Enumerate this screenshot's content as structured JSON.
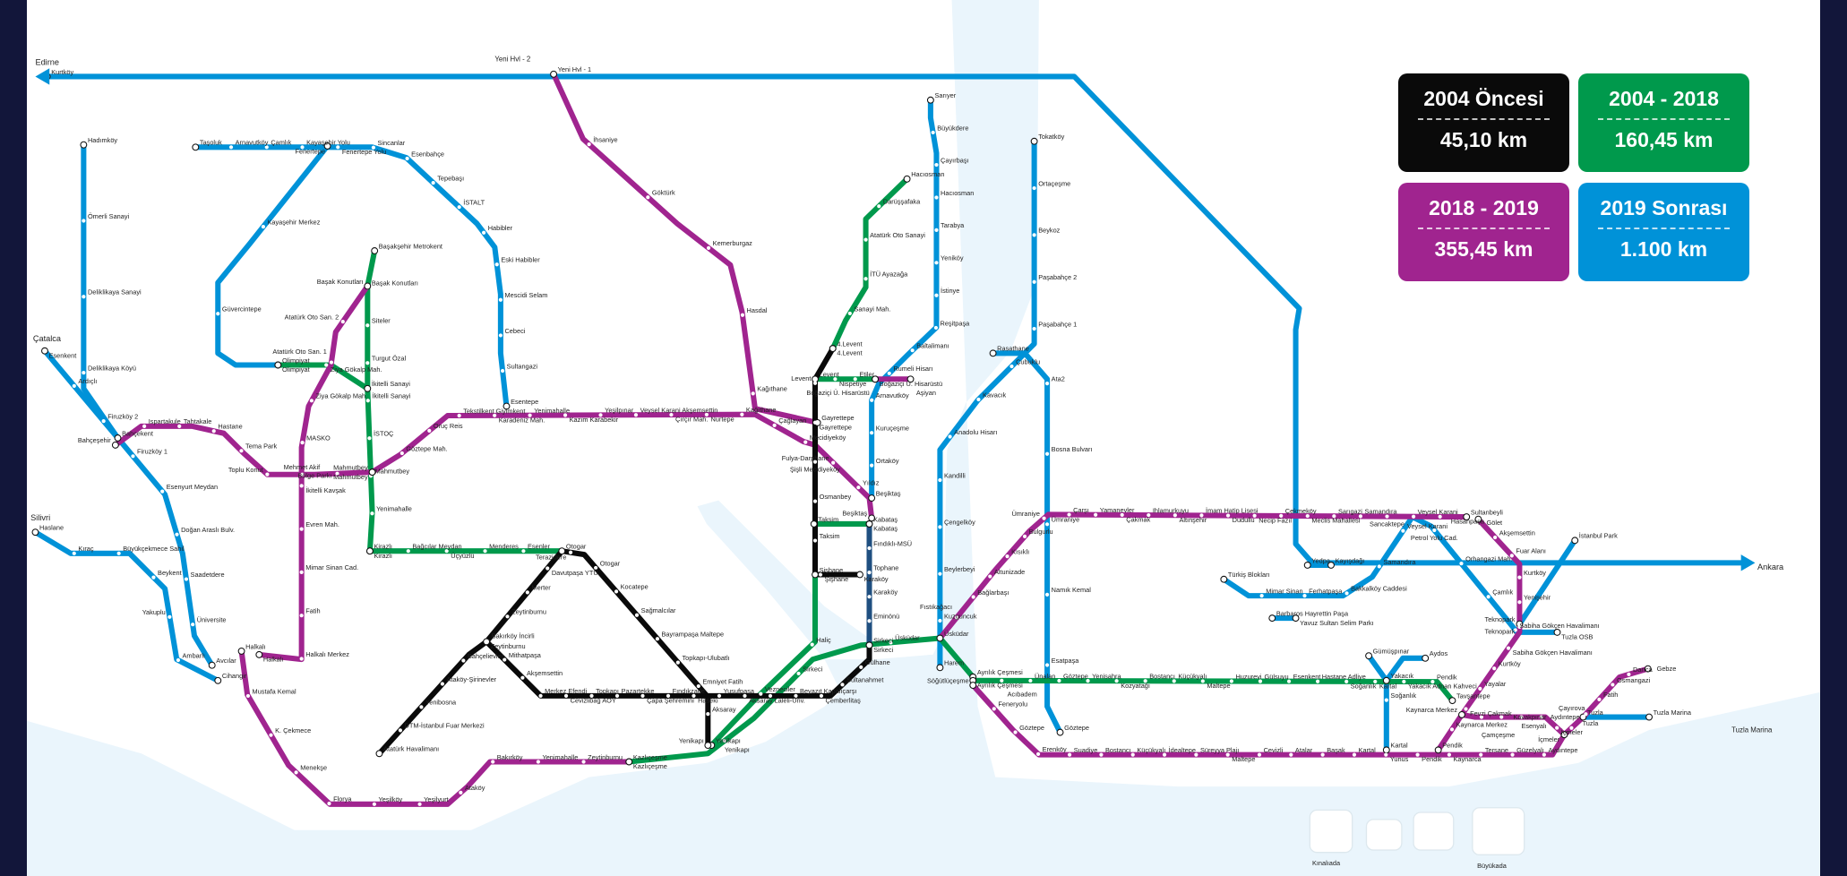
{
  "colors": {
    "black": "#0a0a0a",
    "green": "#00994c",
    "purple": "#a0248f",
    "blue": "#0092d8",
    "navy": "#1f4f80",
    "water": "#eaf5fc",
    "frame": "#12163a"
  },
  "legend": [
    {
      "period": "2004 Öncesi",
      "km": "45,10 km",
      "color": "#0a0a0a"
    },
    {
      "period": "2004 - 2018",
      "km": "160,45 km",
      "color": "#00994c"
    },
    {
      "period": "2018 - 2019",
      "km": "355,45 km",
      "color": "#a0248f"
    },
    {
      "period": "2019 Sonrası",
      "km": "1.100 km",
      "color": "#0092d8"
    }
  ],
  "endpoints": {
    "edirne": "Edirne",
    "ankara": "Ankara",
    "catalca": "Çatalca",
    "silivri": "Silivri",
    "kinaliada": "Kınalıada",
    "buyukada": "Büyükada",
    "tuzla_marina": "Tuzla Marina",
    "yeni_hvl_2": "Yeni Hvl - 2"
  },
  "lines": [
    {
      "id": "hst",
      "group": "blue",
      "stations": [
        "Kurtköy"
      ]
    },
    {
      "id": "m2n",
      "group": "green",
      "stations": [
        "4.Levent",
        "Sanayi Mah.",
        "İTÜ Ayazağa",
        "Atatürk Oto Sanayi",
        "Darüşşafaka",
        "Hacıosman"
      ]
    },
    {
      "id": "m2",
      "group": "black",
      "stations": [
        "4.Levent",
        "Levent",
        "Gayrettepe",
        "Şişli Mecidiyeköy",
        "Osmanbey",
        "Taksim",
        "Şişhane",
        "Karaköy"
      ]
    },
    {
      "id": "m2s",
      "group": "green",
      "stations": [
        "Şişhane",
        "Haliç",
        "Vezneciler",
        "Yenikapı"
      ]
    },
    {
      "id": "fun",
      "group": "green",
      "stations": [
        "Taksim",
        "Kabataş"
      ]
    },
    {
      "id": "t1n",
      "group": "navy",
      "stations": [
        "Kabataş",
        "Fındıklı-MSÜ",
        "Tophane",
        "Karaköy",
        "Eminönü",
        "Sirkeci"
      ]
    },
    {
      "id": "m1a",
      "group": "black",
      "stations": [
        "Yenikapı",
        "Aksaray",
        "Emniyet Fatih",
        "Topkapı-Ulubatlı",
        "Bayrampaşa Maltepe",
        "Sağmalcılar",
        "Kocatepe",
        "Otogar",
        "Terazidere",
        "Davutpaşa YTÜ",
        "Merter",
        "Zeytinburnu",
        "Bakırköy İncirli",
        "Bahçelievler",
        "Ataköy-Şirinevler",
        "Yenibosna",
        "DTM-İstanbul Fuar Merkezi",
        "Atatürk Havalimanı"
      ]
    },
    {
      "id": "t1",
      "group": "black",
      "stations": [
        "Zeytinburnu",
        "Mithatpaşa",
        "Akşemsettin",
        "Merkez Efendi",
        "Cevizlibağ AÖY",
        "Topkapı",
        "Pazartekke",
        "Çapa Şehremini",
        "Fındıkzade",
        "Haseki",
        "Yusufpaşa",
        "Aksaray",
        "Laleli-Ünv.",
        "Beyazıt Kapalıçarşı",
        "Çemberlitaş",
        "Sultanahmet",
        "Gülhane",
        "Sirkeci"
      ]
    },
    {
      "id": "marmaray",
      "group": "green",
      "stations": [
        "Kazlıçeşme",
        "Yenikapı",
        "Sirkeci",
        "Üsküdar",
        "Ayrılık Çeşmesi"
      ]
    },
    {
      "id": "m4",
      "group": "green",
      "stations": [
        "Ayrılık Çeşmesi",
        "Acıbadem",
        "Ünalan",
        "Göztepe",
        "Yenisahra",
        "Kozyatağı",
        "Bostancı",
        "Küçükyalı",
        "Maltepe",
        "Huzurevi",
        "Gülsuyu",
        "Esenkent",
        "Hastane Adliye",
        "Soğanlık",
        "Kartal",
        "Yakacık Adnan Kahveci",
        "Pendik",
        "Tavşantepe"
      ]
    },
    {
      "id": "m5",
      "group": "purple",
      "stations": [
        "Üsküdar",
        "Fıstıkağacı",
        "Bağlarbaşı",
        "Altunizade",
        "Kısıklı",
        "Bulgurlu",
        "Ümraniye",
        "Çarşı",
        "Yamanevler",
        "Çakmak",
        "Ihlamurkuyu",
        "Altınşehir",
        "İmam Hatip Lisesi",
        "Dudullu",
        "Necip Fazıl",
        "Çekmeköy",
        "Meclis Mahallesi",
        "Sarıgazi",
        "Samandıra",
        "Sancaktepe",
        "Veysel Karani",
        "Hasanpaşa",
        "Sultanbeyli"
      ]
    },
    {
      "id": "m10",
      "group": "purple",
      "stations": [
        "Gölet",
        "Akşemsettin",
        "Fuar Alanı",
        "Kurtköy",
        "Yenişehir",
        "Teknopark",
        "Sabiha Gökçen Havalimanı",
        "Kurtköy",
        "Yayalar",
        "Fevzi Çakmak",
        "Kaynarca Merkez",
        "Pendik"
      ]
    },
    {
      "id": "gebze",
      "group": "purple",
      "stations": [
        "Kaynarca Merkez",
        "Çamçeşme",
        "Kavakpınar",
        "Esenyalı",
        "Aydıntepe",
        "İçmeler",
        "Tuzla",
        "Çayırova",
        "Fatih",
        "Osmangazi",
        "Darıca",
        "Gebze"
      ]
    },
    {
      "id": "coast",
      "group": "purple",
      "stations": [
        "Söğütlüçeşme",
        "Feneryolu",
        "Göztepe",
        "Erenköy",
        "Suadiye",
        "Bostancı",
        "Küçükyalı",
        "İdealtepe",
        "Süreyya Plajı",
        "Maltepe",
        "Cevizli",
        "Atalar",
        "Başak",
        "Kartal",
        "Yunus",
        "Pendik",
        "Kaynarca",
        "Tersane",
        "Güzelyalı",
        "Aydıntepe",
        "İçmeler"
      ]
    },
    {
      "id": "west",
      "group": "purple",
      "stations": [
        "Kazlıçeşme",
        "Zeytinburnu",
        "Yenimahalle",
        "Bakırköy",
        "Ataköy",
        "Yeşilyurt",
        "Yeşilköy",
        "Florya",
        "Menekşe",
        "K. Çekmece",
        "Mustafa Kemal",
        "Halkalı"
      ]
    },
    {
      "id": "m7",
      "group": "purple",
      "stations": [
        "Mahmutbey",
        "Göztepe Mah.",
        "Oruç Reis",
        "Tekstilkent Giyimkent",
        "Karadeniz Mah.",
        "Yenimahalle",
        "Kazım Karabekir",
        "Yeşilpınar",
        "Veysel Karani Akşemsettin",
        "Çırçır Mah.",
        "Nurtepe",
        "Kağıthane",
        "Çağlayan",
        "Mecidiyeköy",
        "Fulya-Darphane",
        "Yıldız",
        "Beşiktaş"
      ]
    },
    {
      "id": "m7w",
      "group": "purple",
      "stations": [
        "Mahmutbey",
        "Bölge Parkı",
        "Mehmet Akif",
        "Toplu Konut",
        "Tema Park",
        "Hastane",
        "Tahtakale",
        "Ispartakule",
        "Bahçeşehir"
      ]
    },
    {
      "id": "m9",
      "group": "purple",
      "stations": [
        "Başak Konutları",
        "Atatürk Oto San. 2",
        "Atatürk Oto San. 1",
        "Ziya Gökalp Mah.",
        "MASKO",
        "İkitelli Kavşak",
        "Evren Mah.",
        "Mimar Sinan Cad.",
        "Fatih",
        "Halkalı Merkez",
        "Halkalı"
      ]
    },
    {
      "id": "m11",
      "group": "purple",
      "stations": [
        "Yeni Hvl - 1",
        "İhsaniye",
        "Göktürk",
        "Kemerburgaz",
        "Hasdal",
        "Kağıthane",
        "Gayrettepe"
      ]
    },
    {
      "id": "m3",
      "group": "green",
      "stations": [
        "Kirazlı",
        "Yenimahalle",
        "Mahmutbey",
        "İSTOÇ",
        "İkitelli Sanayi",
        "Turgut Özal",
        "Siteler",
        "Başak Konutları",
        "Başakşehir Metrokent"
      ]
    },
    {
      "id": "m3b",
      "group": "green",
      "stations": [
        "İkitelli Sanayi",
        "Ziya Gökalp Mah.",
        "Olimpiyat"
      ]
    },
    {
      "id": "m1b",
      "group": "green",
      "stations": [
        "Kirazlı",
        "Bağcılar Meydan",
        "Üçyüzlü",
        "Menderes",
        "Esenler",
        "Otogar"
      ]
    },
    {
      "id": "m6",
      "group": "green",
      "stations": [
        "Levent",
        "Nispetiye",
        "Etiler",
        "Boğaziçi Ü. Hisarüstü"
      ]
    },
    {
      "id": "m6x",
      "group": "purple",
      "stations": [
        "Boğaziçi Ü. Hisarüstü",
        "Aşiyan"
      ]
    },
    {
      "id": "sariyer",
      "group": "blue",
      "stations": [
        "Beşiktaş",
        "Ortaköy",
        "Kuruçeşme",
        "Arnavutköy",
        "Rumeli Hisarı",
        "Baltalimanı",
        "Reşitpaşa",
        "İstinye",
        "Yeniköy",
        "Tarabya",
        "Hacıosman",
        "Çayırbaşı",
        "Büyükdere",
        "Sarıyer"
      ]
    },
    {
      "id": "beykoz",
      "group": "blue",
      "stations": [
        "Harem",
        "Kuzguncuk",
        "Beylerbeyi",
        "Çengelköy",
        "Kandilli",
        "Anadolu Hisarı",
        "Kavacık",
        "Çubuklu",
        "Paşabahçe 1",
        "Paşabahçe 2",
        "Beykoz",
        "Ortaçeşme",
        "Tokatköy"
      ]
    },
    {
      "id": "atasehir",
      "group": "blue",
      "stations": [
        "Rasathane",
        "Ata2",
        "Bosna Bulvarı",
        "Ümraniye",
        "Namık Kemal",
        "Esatpaşa",
        "Göztepe"
      ]
    },
    {
      "id": "arnavutkoy",
      "group": "blue",
      "stations": [
        "Taşoluk",
        "Arnavutköy",
        "Çamlık",
        "Kayaşehir Yolu",
        "Fenertepe Yolu",
        "Sincanlar",
        "Esenbahçe",
        "Tepebaşı",
        "İSTALT",
        "Habibler",
        "Eski Habibler",
        "Mescidi Selam",
        "Cebeci",
        "Sultangazi",
        "Esentepe"
      ]
    },
    {
      "id": "kayasehir",
      "group": "blue",
      "stations": [
        "Fenertepe",
        "Kayaşehir Merkez",
        "Güvercintepe",
        "Olimpiyat"
      ]
    },
    {
      "id": "hadimkoy",
      "group": "blue",
      "stations": [
        "Hadımköy",
        "Ömerli Sanayi",
        "Deliklikaya Sanayi",
        "Deliklikaya Köyü",
        "Bahçekent"
      ]
    },
    {
      "id": "catalca",
      "group": "blue",
      "stations": [
        "Esenkent",
        "Ardıçlı",
        "Firuzköy 2",
        "Firuzköy 1",
        "Esenyurt Meydan",
        "Doğan Araslı Bulv.",
        "Saadetdere",
        "Üniversite",
        "Avcılar"
      ]
    },
    {
      "id": "silivri",
      "group": "blue",
      "stations": [
        "Haslane",
        "Kıraç",
        "Büyükçekmece Sahil",
        "Beykent",
        "Yakuplu",
        "Ambarlı",
        "Cihangir"
      ]
    },
    {
      "id": "sancaktepe",
      "group": "blue",
      "stations": [
        "Türkiş Blokları",
        "Mimar Sinan",
        "Ferhatpaşa",
        "Bakkalköy Caddesi",
        "Samandıra",
        "Veysel Karani",
        "Petrol Yolu Cad.",
        "Orhangazi Mah.",
        "Çamlık",
        "Sabiha Gökçen Havalimanı",
        "Tuzla OSB"
      ]
    },
    {
      "id": "istpark",
      "group": "blue",
      "stations": [
        "Teknopark",
        "İstanbul Park"
      ]
    },
    {
      "id": "kartal",
      "group": "blue",
      "stations": [
        "Kartal",
        "Soğanlık",
        "Gümüşpınar"
      ]
    },
    {
      "id": "yakacik",
      "group": "blue",
      "stations": [
        "Yakacık",
        "Aydos"
      ]
    },
    {
      "id": "yedpa",
      "group": "blue",
      "stations": [
        "Yedpa",
        "Kayışdağı"
      ]
    },
    {
      "id": "barbaros",
      "group": "blue",
      "stations": [
        "Barbaros Hayrettin Paşa",
        "Yavuz Sultan Selim Parkı"
      ]
    },
    {
      "id": "tuzla",
      "group": "blue",
      "stations": [
        "Tuzla",
        "Tuzla Marina"
      ]
    }
  ]
}
